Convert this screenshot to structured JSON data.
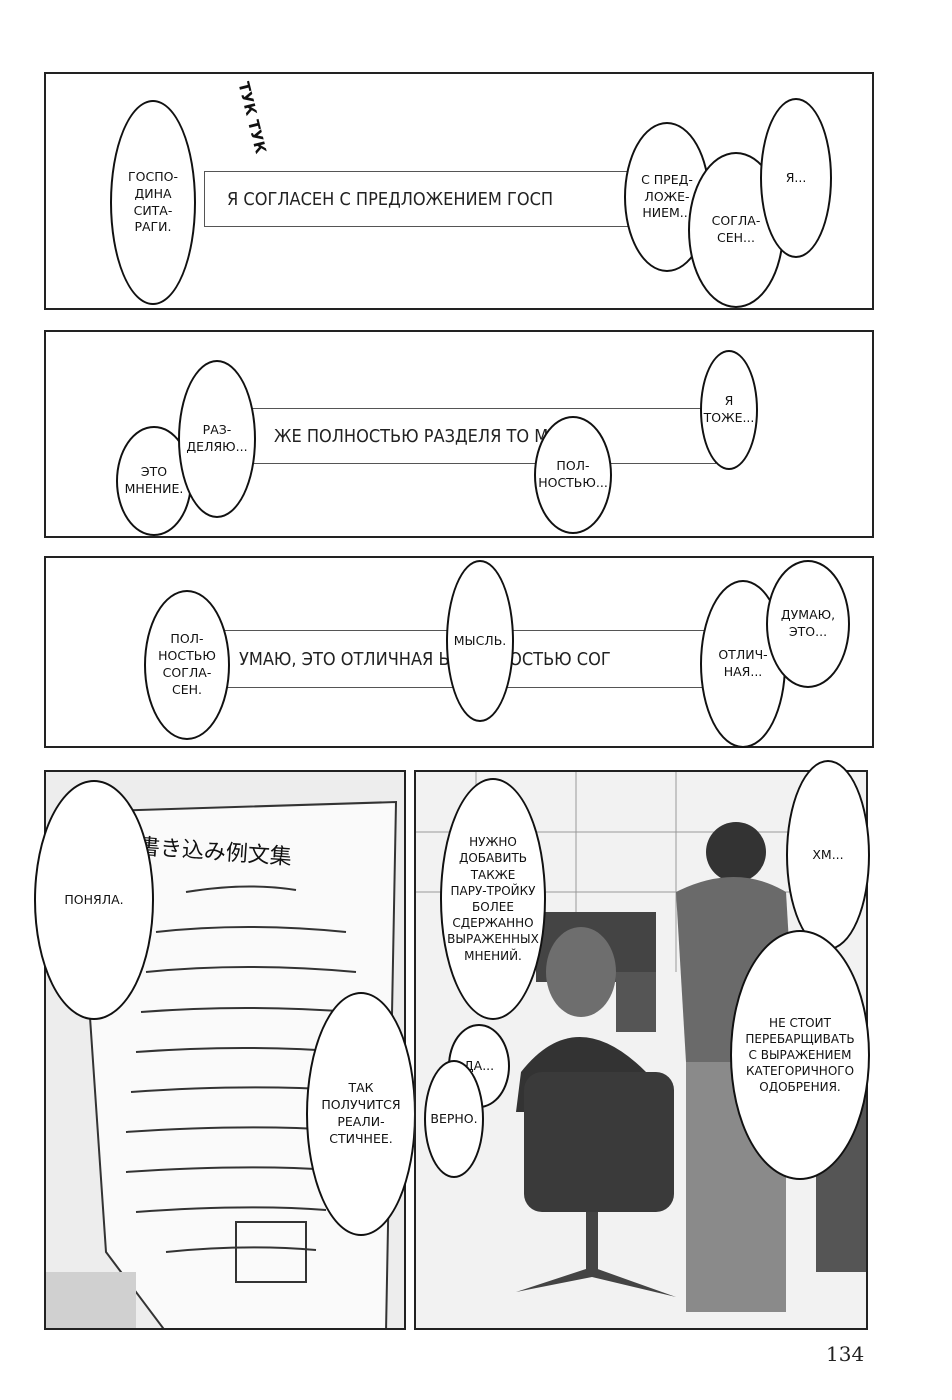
{
  "panel1": {
    "sfx": "ТУК ТУК",
    "narration": "Я СОГЛАСЕН С ПРЕДЛОЖЕНИЕМ ГОСП",
    "bubbles": [
      "ГОСПО-\nДИНА\nСИТА-\nРАГИ.",
      "С ПРЕД-\nЛОЖЕ-\nНИЕМ...",
      "СОГЛА-\nСЕН...",
      "Я..."
    ]
  },
  "panel2": {
    "narration": "ЖЕ ПОЛНОСТЬЮ РАЗДЕЛЯ       ТО МНЕНИ",
    "bubbles": [
      "ЭТО\nМНЕНИЕ.",
      "РАЗ-\nДЕЛЯЮ...",
      "ПОЛ-\nНОСТЬЮ...",
      "Я\nТОЖЕ..."
    ]
  },
  "panel3": {
    "narration": "УМАЮ, ЭТО ОТЛИЧНАЯ       Ь. ПОЛНОСТЬЮ СОГ",
    "bubbles": [
      "ПОЛ-\nНОСТЬЮ\nСОГЛА-\nСЕН.",
      "МЫСЛЬ.",
      "ОТЛИЧ-\nНАЯ...",
      "ДУМАЮ,\nЭТО..."
    ]
  },
  "panel4": {
    "bubbles": [
      "ПОНЯЛА.",
      "ТАК\nПОЛУЧИТСЯ\nРЕАЛИ-\nСТИЧНЕЕ."
    ],
    "sign_title": "書き込み例文集"
  },
  "panel5": {
    "bubbles": [
      "НУЖНО\nДОБАВИТЬ\nТАКЖЕ\nПАРУ-ТРОЙКУ\nБОЛЕЕ\nСДЕРЖАННО\nВЫРАЖЕННЫХ\nМНЕНИЙ.",
      "ДА...",
      "ВЕРНО.",
      "ХМ...",
      "НЕ СТОИТ\nПЕРЕБАРЩИВАТЬ\nС ВЫРАЖЕНИЕМ\nКАТЕГОРИЧНОГО\nОДОБРЕНИЯ."
    ]
  },
  "page_number": "134"
}
